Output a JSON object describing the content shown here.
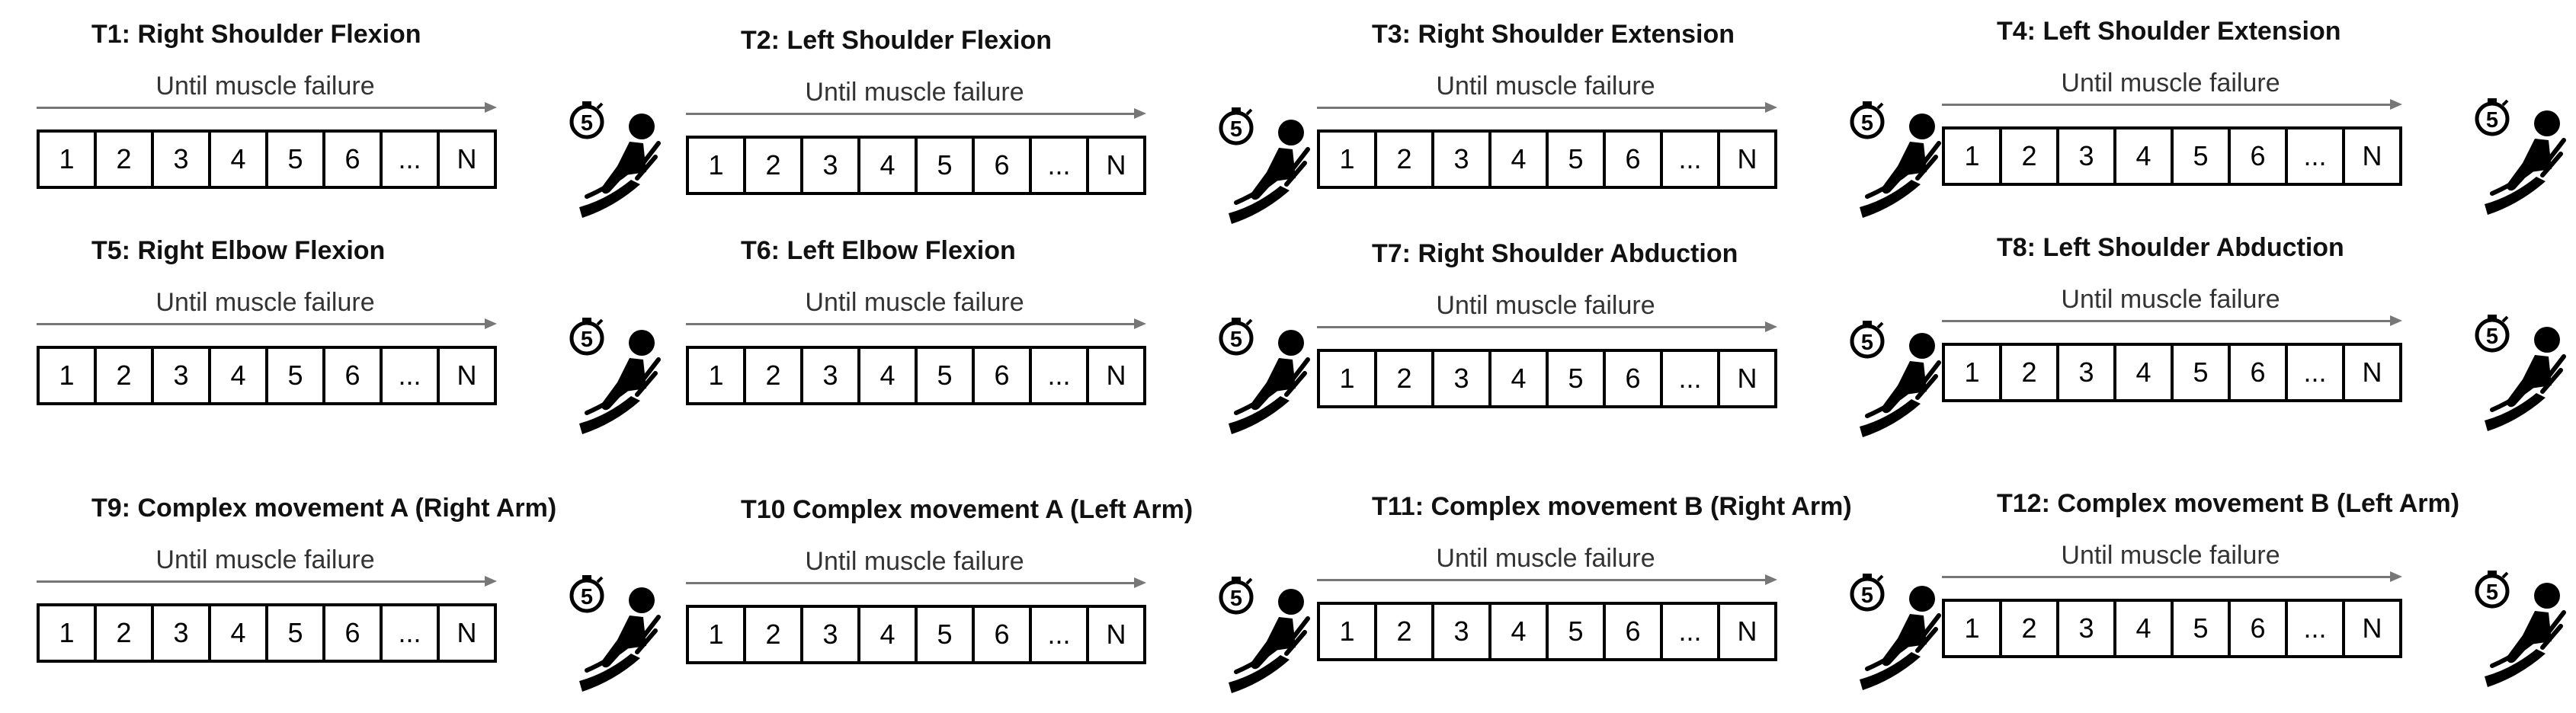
{
  "tasks": [
    {
      "title": "T1: Right Shoulder Flexion"
    },
    {
      "title": "T2: Left Shoulder Flexion"
    },
    {
      "title": "T3: Right Shoulder Extension"
    },
    {
      "title": "T4: Left Shoulder Extension"
    },
    {
      "title": "T5: Right Elbow Flexion"
    },
    {
      "title": "T6: Left Elbow Flexion"
    },
    {
      "title": "T7: Right Shoulder Abduction"
    },
    {
      "title": "T8: Left Shoulder Abduction"
    },
    {
      "title": "T9: Complex movement A (Right Arm)"
    },
    {
      "title": "T10 Complex movement A (Left Arm)"
    },
    {
      "title": "T11: Complex movement B (Right Arm)"
    },
    {
      "title": "T12: Complex movement B (Left Arm)"
    }
  ],
  "arrow_label": "Until muscle failure",
  "repetitions": [
    "1",
    "2",
    "3",
    "4",
    "5",
    "6",
    "...",
    "N"
  ],
  "rest_timer_value": "5",
  "icon": "seated-person-rest-timer-icon"
}
